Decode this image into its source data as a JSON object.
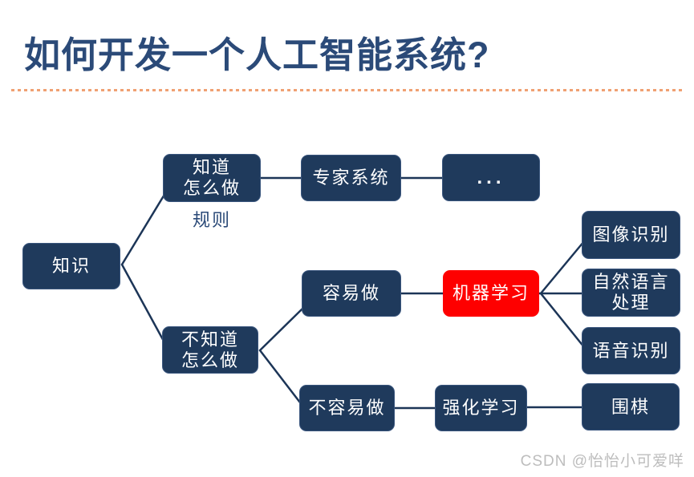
{
  "title": "如何开发一个人工智能系统?",
  "watermark": "CSDN @怡怡小可爱咩",
  "colors": {
    "box_navy": "#1F3A5C",
    "box_red": "#FE0000",
    "title_blue": "#2B4A78",
    "underline_orange": "#F0A173",
    "connector_navy": "#1C3557",
    "watermark_gray": "#BDBDBD"
  },
  "diagram": {
    "nodes": {
      "knowledge": {
        "label": "知识"
      },
      "know_how": {
        "line1": "知道",
        "line2": "怎么做"
      },
      "rules_note": {
        "label": "规则"
      },
      "expert_system": {
        "label": "专家系统"
      },
      "ellipsis": {
        "label": "..."
      },
      "easy": {
        "label": "容易做"
      },
      "machine_learning": {
        "label": "机器学习"
      },
      "not_know_how": {
        "line1": "不知道",
        "line2": "怎么做"
      },
      "not_easy": {
        "label": "不容易做"
      },
      "reinforcement_learning": {
        "label": "强化学习"
      },
      "go_game": {
        "label": "围棋"
      },
      "image_recognition": {
        "label": "图像识别"
      },
      "nlp": {
        "line1": "自然语言",
        "line2": "处理"
      },
      "speech_recognition": {
        "label": "语音识别"
      }
    }
  }
}
